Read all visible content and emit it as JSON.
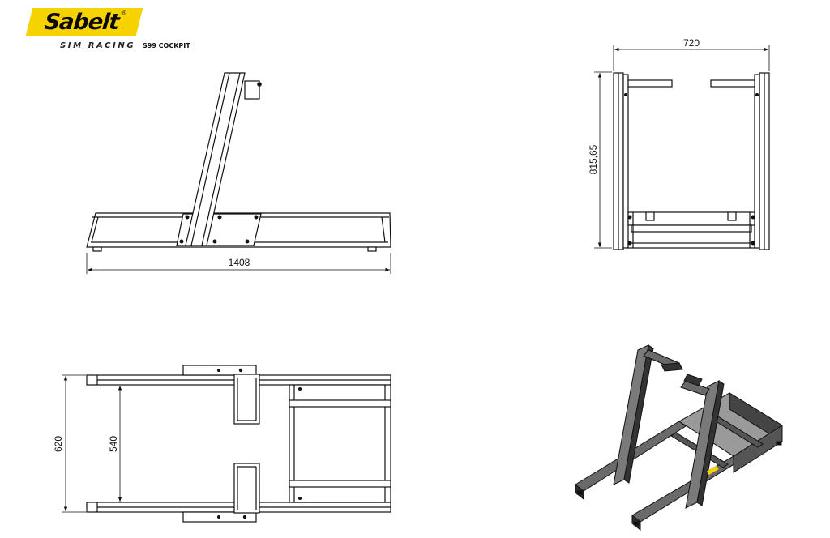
{
  "brand": {
    "logo_text": "Sabelt",
    "registered_mark": "®",
    "subline": "SIM RACING",
    "product": "S99 COCKPIT",
    "accent_color": "#f5d200"
  },
  "views": {
    "side": {
      "dimension_length": "1408"
    },
    "front": {
      "dimension_width": "720",
      "dimension_height": "815,65"
    },
    "top": {
      "dimension_outer": "620",
      "dimension_inner": "540"
    },
    "isometric": {}
  }
}
